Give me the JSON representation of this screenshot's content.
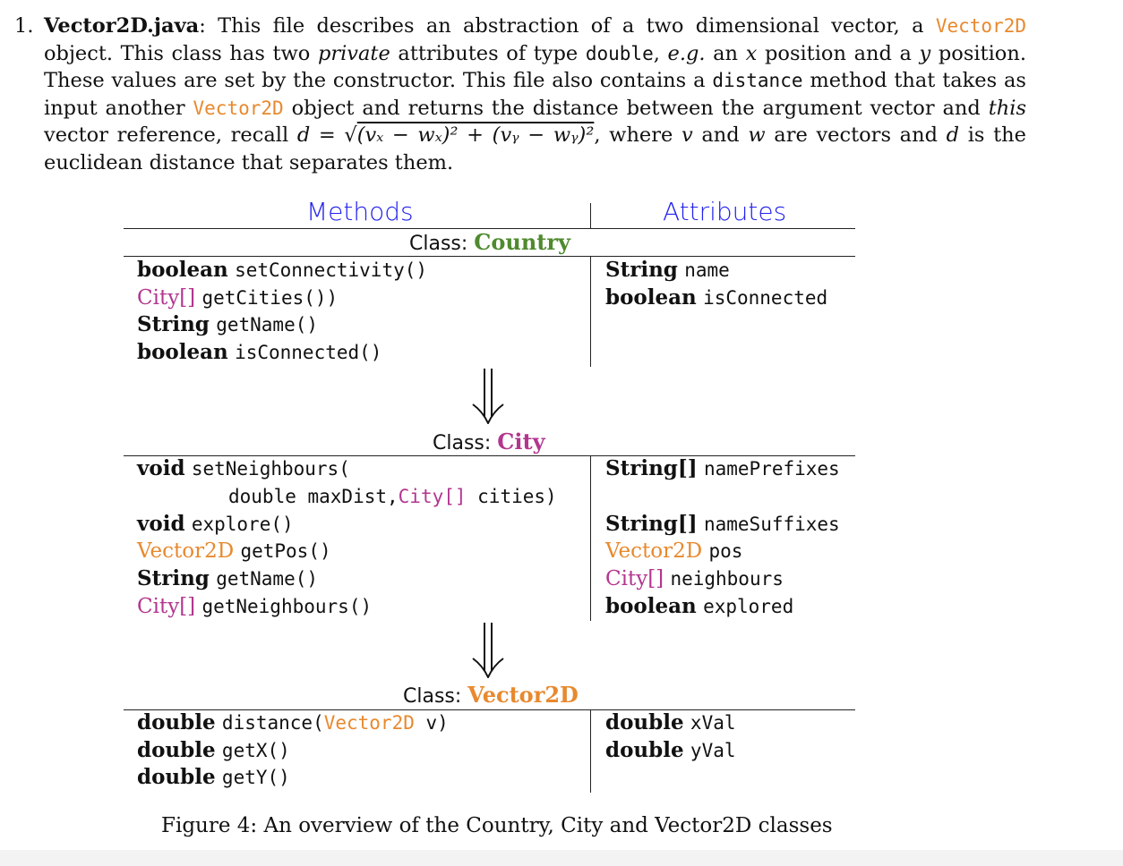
{
  "paragraph": {
    "number": "1.",
    "title": "Vector2D.java",
    "s1": ": This file describes an abstraction of a two dimensional vector, a ",
    "code_vector2d": "Vector2D",
    "s2": " object. This class has two ",
    "private": "private",
    "s3": " attributes of type ",
    "code_double": "double",
    "s4": ", ",
    "eg": "e.g.",
    "s5": " an ",
    "x": "x",
    "s6": " position and a ",
    "y": "y",
    "s7": " position. These values are set by the constructor. This file also contains a ",
    "code_distance": "distance",
    "s8": " method that takes as input another ",
    "s9": " object and returns the distance between the argument vector and ",
    "this": "this",
    "s10": " vector reference, recall ",
    "formula_lhs": "d = ",
    "formula_root": "(vₓ − wₓ)² + (vᵧ − wᵧ)²",
    "s11": ", where ",
    "v": "v",
    "s12": " and ",
    "w": "w",
    "s13": " are vectors and ",
    "d": "d",
    "s14": " is the euclidean distance that separates them."
  },
  "table": {
    "header_methods": "Methods",
    "header_attributes": "Attributes",
    "class_label": "Class:",
    "country": {
      "name": "Country",
      "methods": [
        {
          "type": "boolean",
          "name": "setConnectivity()"
        },
        {
          "type": "City[]",
          "name": "getCities())"
        },
        {
          "type": "String",
          "name": "getName()"
        },
        {
          "type": "boolean",
          "name": "isConnected()"
        }
      ],
      "attributes": [
        {
          "type": "String",
          "name": "name"
        },
        {
          "type": "boolean",
          "name": "isConnected"
        }
      ]
    },
    "city": {
      "name": "City",
      "methods": [
        {
          "type": "void",
          "name": "setNeighbours("
        },
        {
          "type": "",
          "name": "double maxDist,",
          "extra": "City[]",
          "rest": " cities)"
        },
        {
          "type": "void",
          "name": "explore()"
        },
        {
          "type": "Vector2D",
          "name": "getPos()"
        },
        {
          "type": "String",
          "name": "getName()"
        },
        {
          "type": "City[]",
          "name": "getNeighbours()"
        }
      ],
      "attributes": [
        {
          "type": "String[]",
          "name": "namePrefixes"
        },
        {
          "type": "String[]",
          "name": "nameSuffixes"
        },
        {
          "type": "Vector2D",
          "name": "pos"
        },
        {
          "type": "City[]",
          "name": "neighbours"
        },
        {
          "type": "boolean",
          "name": "explored"
        }
      ]
    },
    "vector2d": {
      "name": "Vector2D",
      "methods": [
        {
          "type": "double",
          "name": "distance(",
          "extra": "Vector2D",
          "rest": " v)"
        },
        {
          "type": "double",
          "name": "getX()"
        },
        {
          "type": "double",
          "name": "getY()"
        }
      ],
      "attributes": [
        {
          "type": "double",
          "name": "xVal"
        },
        {
          "type": "double",
          "name": "yVal"
        }
      ]
    }
  },
  "caption": "Figure 4: An overview of the Country, City and Vector2D classes",
  "colors": {
    "orange": "#e8892e",
    "purple": "#b3368f",
    "green": "#4f8a2e",
    "blue": "#2222ee"
  }
}
